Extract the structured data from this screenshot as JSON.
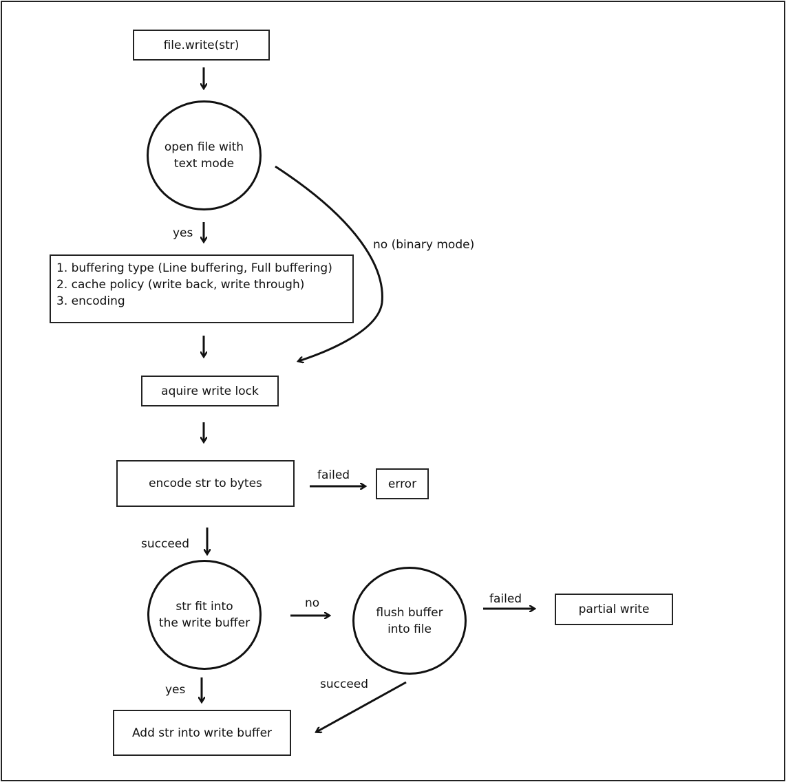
{
  "nodes": {
    "file_write": "file.write(str)",
    "open_file": "open file with\ntext mode",
    "options": [
      "1. buffering type (Line buffering, Full buffering)",
      "2. cache policy (write back, write through)",
      "3. encoding"
    ],
    "acquire_lock": "aquire write lock",
    "encode": "encode str to bytes",
    "error": "error",
    "fit_check": "str fit into\nthe write buffer",
    "flush": "flush buffer\ninto file",
    "partial_write": "partial write",
    "add_to_buffer": "Add str into write buffer"
  },
  "edge_labels": {
    "yes_open": "yes",
    "no_binary": "no (binary mode)",
    "failed_encode": "failed",
    "succeed_encode": "succeed",
    "no_fit": "no",
    "failed_flush": "failed",
    "yes_fit": "yes",
    "succeed_flush": "succeed"
  }
}
